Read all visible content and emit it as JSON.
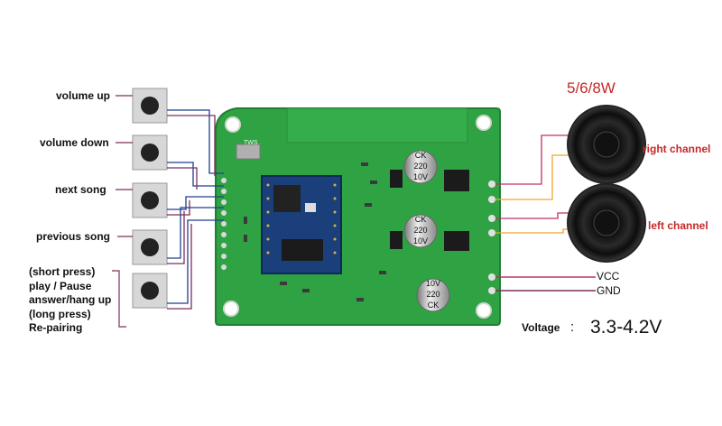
{
  "buttons": [
    {
      "id": "volume-up",
      "label": "volume up"
    },
    {
      "id": "volume-down",
      "label": "volume down"
    },
    {
      "id": "next-song",
      "label": "next song"
    },
    {
      "id": "previous-song",
      "label": "previous song"
    }
  ],
  "multi_button": {
    "lines": [
      "(short press)",
      "play / Pause",
      "answer/hang up",
      "(long press)",
      "Re-pairing"
    ]
  },
  "board": {
    "tws_label": "TWS",
    "capacitors": [
      {
        "lines": [
          "CK",
          "220",
          "10V"
        ]
      },
      {
        "lines": [
          "CK",
          "220",
          "10V"
        ]
      },
      {
        "lines": [
          "10V",
          "220",
          "CK"
        ]
      }
    ]
  },
  "speakers": {
    "power": "5/6/8W",
    "right_label": "right channel",
    "left_label": "left channel"
  },
  "power_pins": {
    "vcc": "VCC",
    "gnd": "GND"
  },
  "voltage": {
    "label": "Voltage",
    "separator": ":",
    "value": "3.3-4.2V"
  },
  "colors": {
    "pcb": "#2fa344",
    "pcb_dark": "#1f7f33",
    "wire_blue": "#1f3f8f",
    "wire_purple": "#7a2e5c",
    "wire_orange": "#f0a32a",
    "wire_pink": "#c0306a",
    "accent_red": "#c62828"
  }
}
